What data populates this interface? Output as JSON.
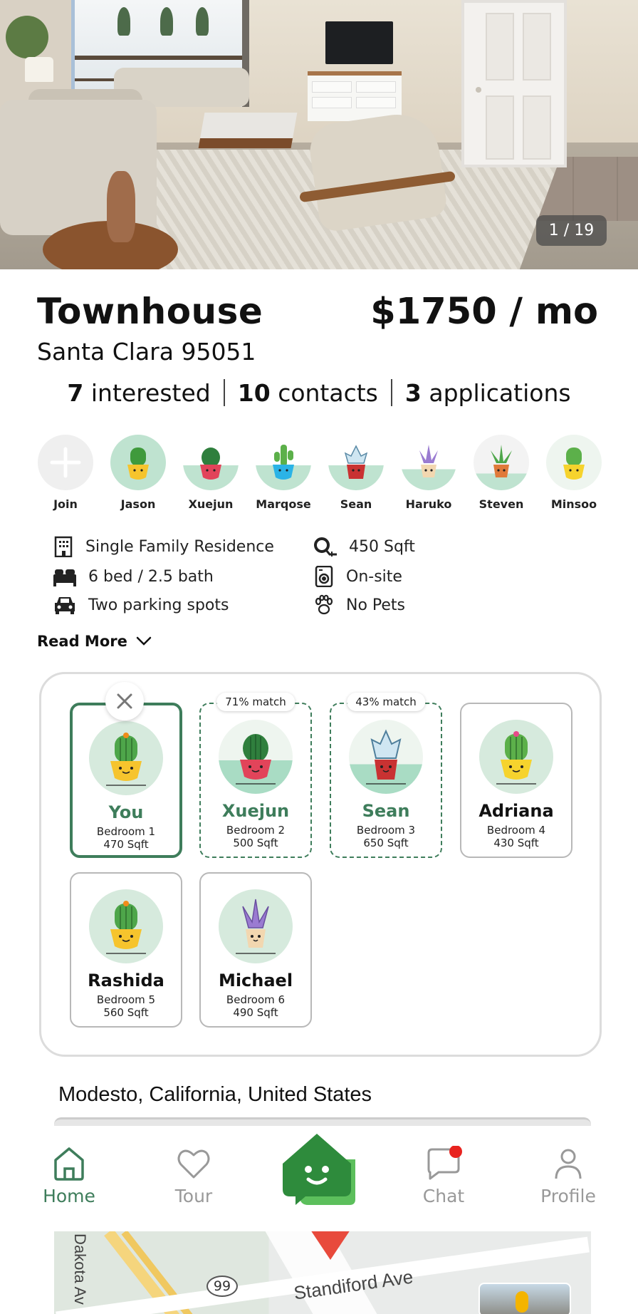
{
  "listing": {
    "photo_counter": "1 / 19",
    "title": "Townhouse",
    "price": "$1750 / mo",
    "location": "Santa Clara 95051",
    "stats": {
      "interested_count": "7",
      "interested_label": "interested",
      "contacts_count": "10",
      "contacts_label": "contacts",
      "applications_count": "3",
      "applications_label": "applications"
    }
  },
  "people": [
    {
      "name": "Join",
      "icon": "plus-icon"
    },
    {
      "name": "Jason",
      "icon": "cactus-avatar"
    },
    {
      "name": "Xuejun",
      "icon": "cactus-avatar"
    },
    {
      "name": "Marqose",
      "icon": "cactus-avatar"
    },
    {
      "name": "Sean",
      "icon": "succulent-avatar"
    },
    {
      "name": "Haruko",
      "icon": "succulent-avatar"
    },
    {
      "name": "Steven",
      "icon": "aloe-avatar"
    },
    {
      "name": "Minsoo",
      "icon": "cactus-avatar"
    }
  ],
  "features": [
    {
      "label": "Single Family Residence",
      "icon": "building-icon"
    },
    {
      "label": "6 bed / 2.5 bath",
      "icon": "bed-icon"
    },
    {
      "label": "Two parking spots",
      "icon": "car-icon"
    },
    {
      "label": "450 Sqft",
      "icon": "area-icon"
    },
    {
      "label": "On-site",
      "icon": "laundry-icon"
    },
    {
      "label": "No Pets",
      "icon": "paw-icon"
    }
  ],
  "read_more": "Read More",
  "rooms": [
    {
      "name": "You",
      "bedroom": "Bedroom 1",
      "sqft": "470 Sqft"
    },
    {
      "name": "Xuejun",
      "bedroom": "Bedroom 2",
      "sqft": "500 Sqft",
      "match": "71% match"
    },
    {
      "name": "Sean",
      "bedroom": "Bedroom 3",
      "sqft": "650 Sqft",
      "match": "43% match"
    },
    {
      "name": "Adriana",
      "bedroom": "Bedroom 4",
      "sqft": "430 Sqft"
    },
    {
      "name": "Rashida",
      "bedroom": "Bedroom 5",
      "sqft": "560 Sqft"
    },
    {
      "name": "Michael",
      "bedroom": "Bedroom 6",
      "sqft": "490 Sqft"
    }
  ],
  "map": {
    "location_label": "Modesto, California, United States",
    "road_label_1": "Standiford Ave",
    "road_label_2": "Dakota Av",
    "highway_label": "99"
  },
  "nav": {
    "home": "Home",
    "tour": "Tour",
    "chat": "Chat",
    "profile": "Profile"
  },
  "colors": {
    "accent": "#3e7d5b",
    "notification": "#e8231f",
    "mint": "#d6eadd"
  }
}
